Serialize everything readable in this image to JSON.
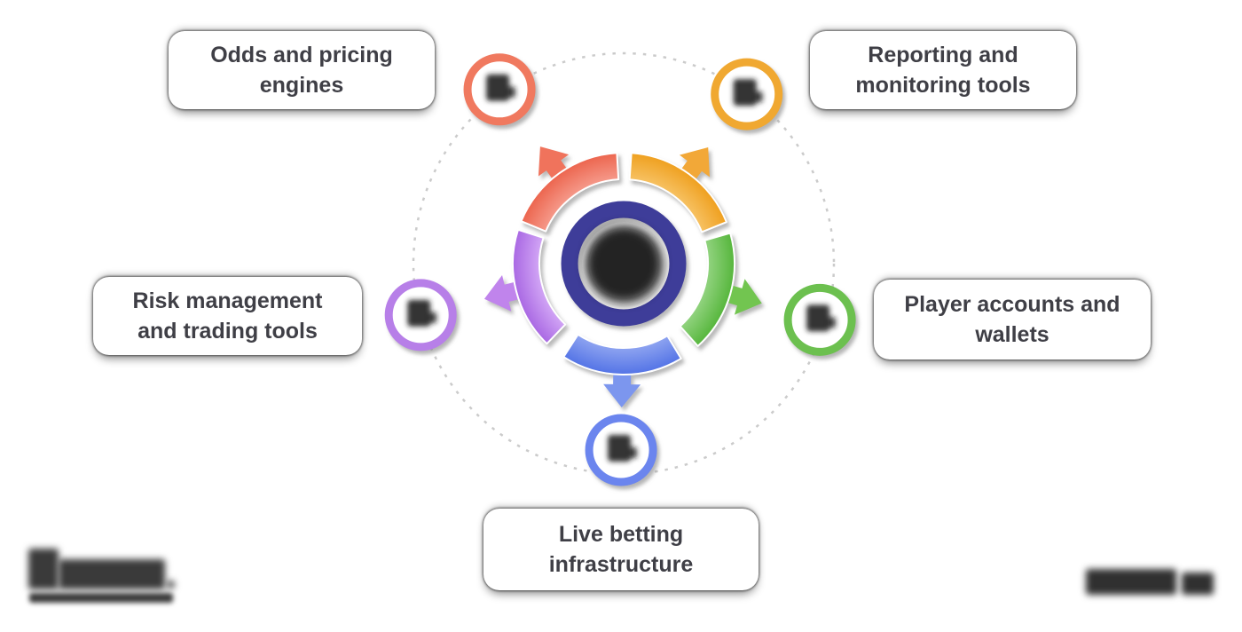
{
  "diagram": {
    "hub": {
      "ring_color": "#3e3d99",
      "center_blob_color": "#141414",
      "center_icon": "blurred-illegible-icon"
    },
    "dashed_circle_color": "#cbcbcb",
    "items": [
      {
        "id": "odds",
        "label": "Odds and pricing engines",
        "position": "top-left",
        "angle_deg": 324.5,
        "sat_r": 241,
        "seg_outer": "#ec654e",
        "seg_inner": "#f7a294",
        "arrow": "#f0735c",
        "ring": "#f0795f",
        "icon": "blurred-icon"
      },
      {
        "id": "reporting",
        "label": "Reporting and monitoring tools",
        "position": "top-right",
        "angle_deg": 36,
        "sat_r": 236,
        "seg_outer": "#efa01f",
        "seg_inner": "#f8c76e",
        "arrow": "#f2a838",
        "ring": "#f0a831",
        "icon": "blurred-icon"
      },
      {
        "id": "player",
        "label": "Player accounts and wallets",
        "position": "right",
        "angle_deg": 106,
        "sat_r": 230,
        "seg_outer": "#56b63c",
        "seg_inner": "#9cd88b",
        "arrow": "#72c550",
        "ring": "#6cc04f",
        "icon": "blurred-icon"
      },
      {
        "id": "live",
        "label": "Live betting infrastructure",
        "position": "bottom",
        "angle_deg": 180.8,
        "sat_r": 210,
        "seg_outer": "#5474e6",
        "seg_inner": "#97abf2",
        "arrow": "#7c96ee",
        "ring": "#6b85ee",
        "icon": "blurred-icon"
      },
      {
        "id": "risk",
        "label": "Risk management and trading tools",
        "position": "left",
        "angle_deg": 255.8,
        "sat_r": 236,
        "seg_outer": "#a968e3",
        "seg_inner": "#d8aff8",
        "arrow": "#c084ec",
        "ring": "#b77fe8",
        "icon": "blurred-icon"
      }
    ]
  },
  "footer": {
    "left_logo": {
      "style": "blurred-wordmark-illegible",
      "color": "#3a3a3a",
      "has_tagline": true
    },
    "right_logo": {
      "style": "blurred-wordmark-illegible",
      "color": "#303030"
    }
  }
}
